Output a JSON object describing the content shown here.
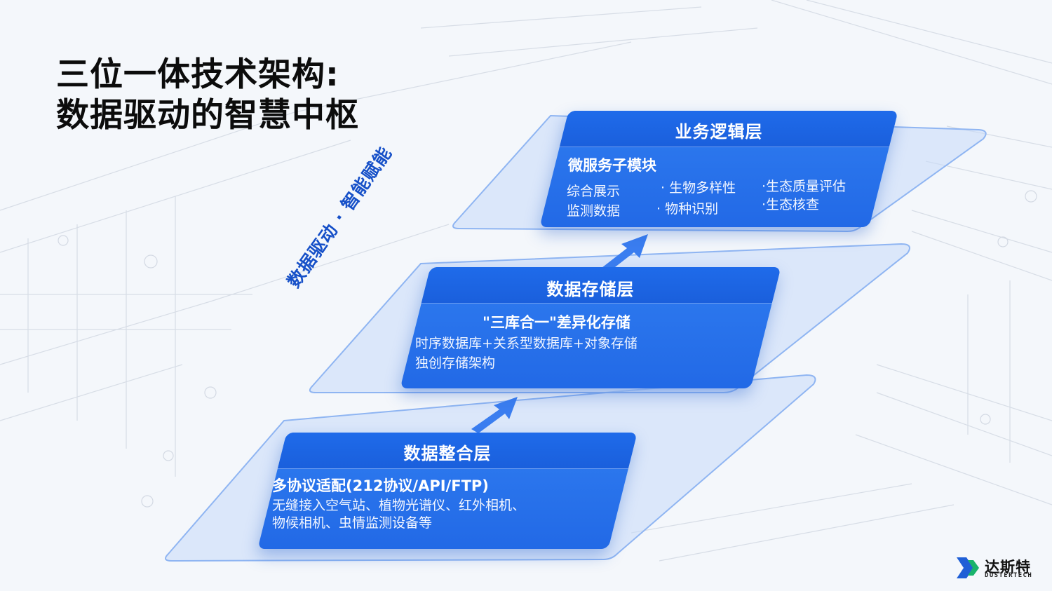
{
  "title": {
    "line1": "三位一体技术架构:",
    "line2": "数据驱动的智慧中枢"
  },
  "diagonal_label": "数据驱动 · 智能赋能",
  "layers": {
    "business": {
      "header": "业务逻辑层",
      "subtitle": "微服务子模块",
      "col1": [
        "综合展示",
        "监测数据"
      ],
      "col2": [
        "· 生物多样性",
        "· 物种识别"
      ],
      "col3": [
        "·生态质量评估",
        "·生态核查"
      ]
    },
    "storage": {
      "header": "数据存储层",
      "subtitle": "\"三库合一\"差异化存储",
      "lines": [
        "时序数据库+关系型数据库+对象存储",
        "独创存储架构"
      ]
    },
    "integration": {
      "header": "数据整合层",
      "subtitle": "多协议适配(212协议/API/FTP)",
      "lines": [
        "无缝接入空气站、植物光谱仪、红外相机、",
        "物候相机、虫情监测设备等"
      ]
    }
  },
  "logo": {
    "name": "达斯特",
    "english": "DUSTERTECH"
  },
  "colors": {
    "card_blue": "#2a74ee",
    "header_blue": "#1d65e6",
    "plate_blue": "#b9d1f7",
    "label_blue": "#1650c8"
  }
}
